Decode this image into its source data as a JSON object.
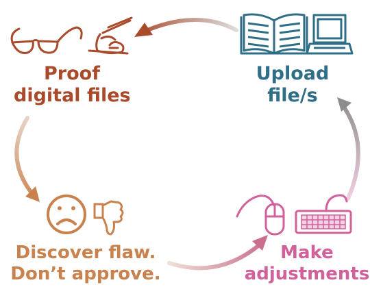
{
  "colors": {
    "proof": "#a94a2b",
    "upload": "#2e6e86",
    "discover": "#c9824d",
    "make": "#d0619b"
  },
  "steps": [
    {
      "key": "proof",
      "lines": [
        "Proof",
        "digital files"
      ],
      "icons": [
        "glasses-icon",
        "hand-writing-icon"
      ]
    },
    {
      "key": "upload",
      "lines": [
        "Upload",
        "file/s"
      ],
      "icons": [
        "open-book-icon",
        "laptop-icon"
      ]
    },
    {
      "key": "make",
      "lines": [
        "Make",
        "adjustments"
      ],
      "icons": [
        "mouse-icon",
        "keyboard-icon"
      ]
    },
    {
      "key": "discover",
      "lines": [
        "Discover flaw.",
        "Don’t approve."
      ],
      "icons": [
        "sad-face-icon",
        "thumbs-down-icon"
      ]
    }
  ]
}
